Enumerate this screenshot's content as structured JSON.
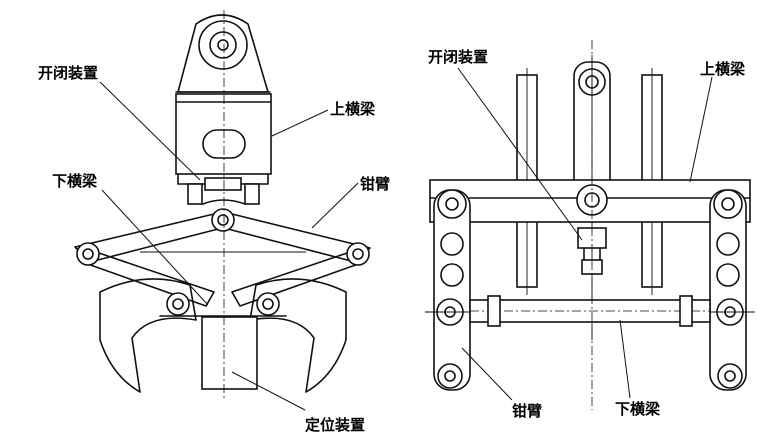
{
  "left_view": {
    "labels": {
      "opening_device": "开闭装置",
      "upper_beam": "上横梁",
      "lower_beam": "下横梁",
      "tong_arm": "钳臂",
      "positioning_device": "定位装置"
    }
  },
  "right_view": {
    "labels": {
      "opening_device": "开闭装置",
      "upper_beam": "上横梁",
      "tong_arm": "钳臂",
      "lower_beam": "下横梁"
    }
  }
}
